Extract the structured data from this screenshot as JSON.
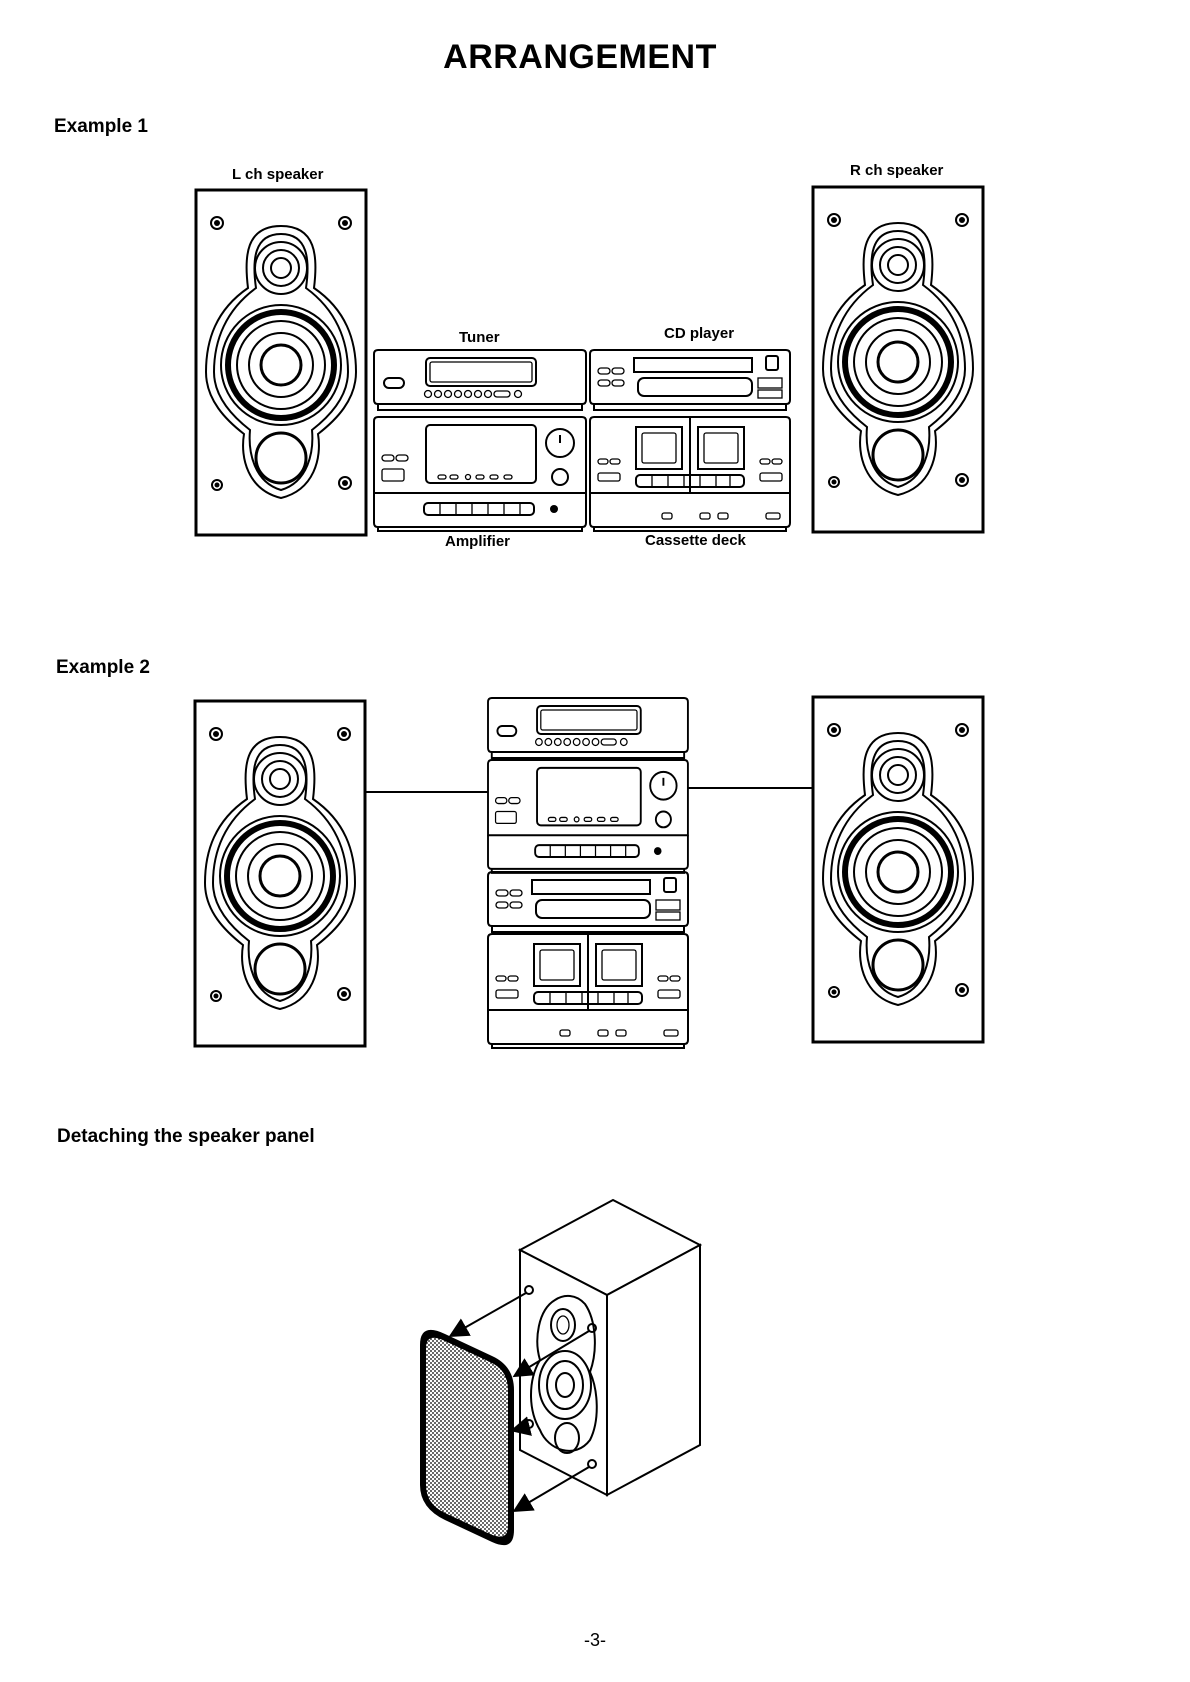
{
  "page": {
    "title": "ARRANGEMENT",
    "page_number": "-3-"
  },
  "example1": {
    "heading": "Example 1",
    "labels": {
      "l_speaker": "L ch speaker",
      "r_speaker": "R ch speaker",
      "tuner": "Tuner",
      "cd_player": "CD player",
      "amplifier": "Amplifier",
      "cassette_deck": "Cassette deck"
    }
  },
  "example2": {
    "heading": "Example 2"
  },
  "detach": {
    "heading": "Detaching the speaker panel"
  }
}
